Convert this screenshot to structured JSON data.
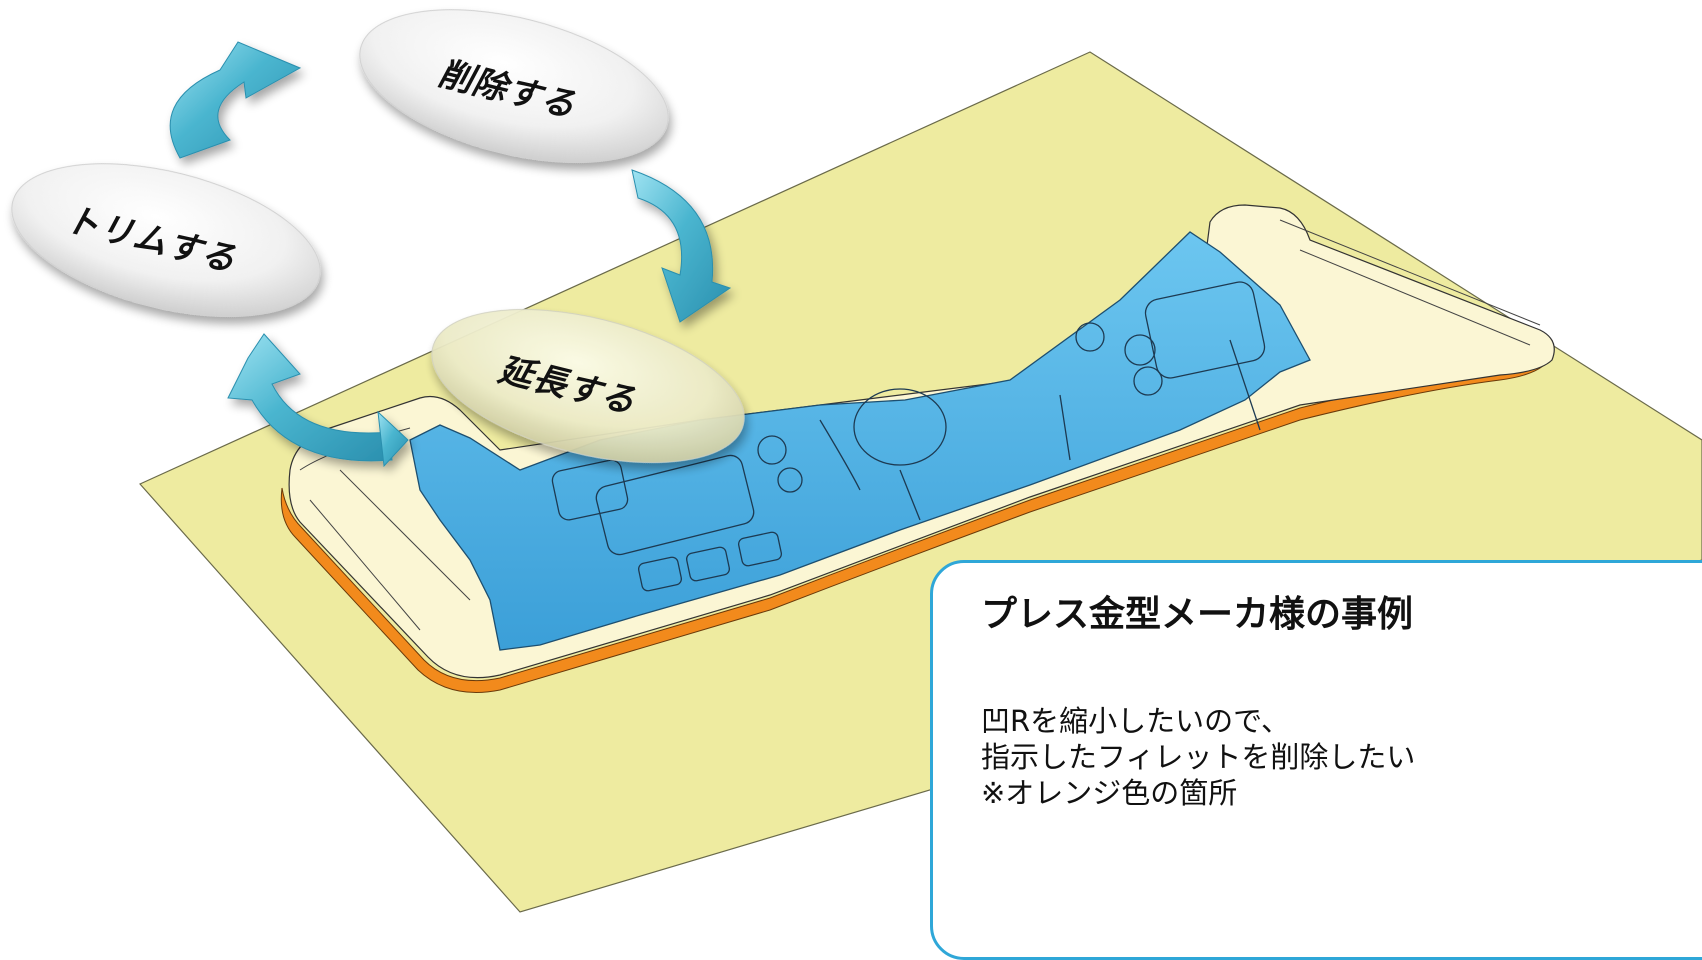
{
  "cycle_steps": {
    "delete": "削除する",
    "trim": "トリムする",
    "extend": "延長する"
  },
  "case_box": {
    "title": "プレス金型メーカ様の事例",
    "lines": [
      "凹Rを縮小したいので、",
      "指示したフィレットを削除したい",
      "※オレンジ色の箇所"
    ]
  },
  "colors": {
    "plate": "#eeeba0",
    "part_blue": "#4fb2e6",
    "part_cream": "#fbf6d4",
    "fillet_orange": "#f28a1c",
    "arrow_teal": "#4ab5cf",
    "box_border": "#2fa7d8"
  }
}
